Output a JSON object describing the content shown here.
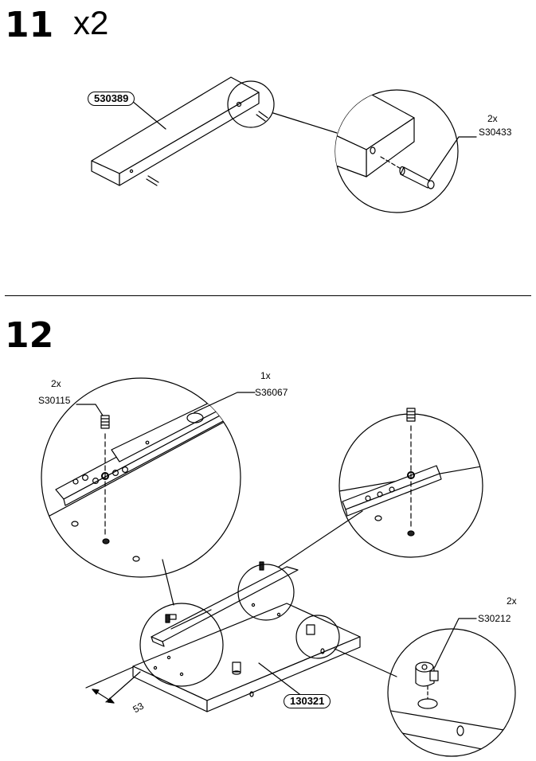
{
  "step11": {
    "number": "11",
    "multiplier": "x2",
    "part_label": "530389",
    "dowel_qty": "2x",
    "dowel_code": "S30433"
  },
  "step12": {
    "number": "12",
    "screw_qty": "2x",
    "screw_code": "S30115",
    "rail_qty": "1x",
    "rail_code": "S36067",
    "cam_qty": "2x",
    "cam_code": "S30212",
    "panel_label": "130321",
    "dimension": "53"
  }
}
